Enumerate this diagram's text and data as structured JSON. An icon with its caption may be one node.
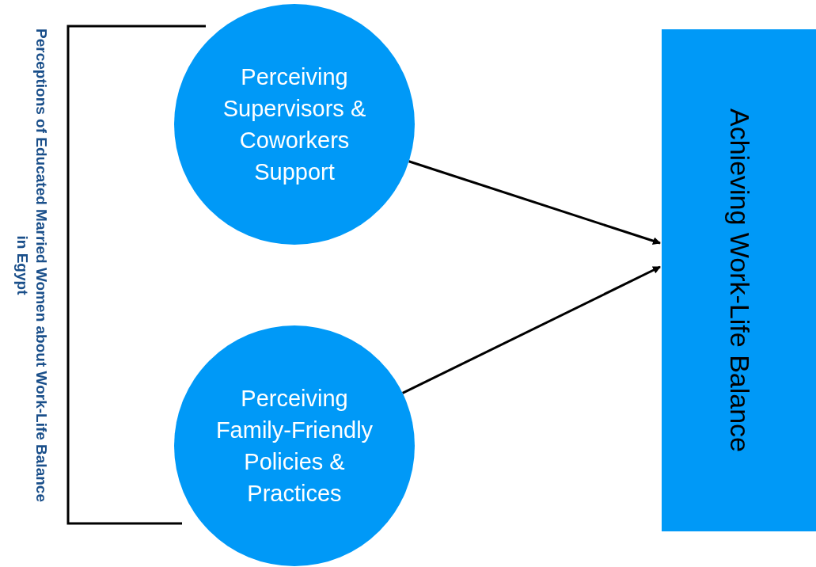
{
  "diagram": {
    "nodes": [
      {
        "text": [
          "Perceiving Supervisors & Coworkers Support"
        ]
      },
      {
        "text": [
          "Perceiving Family-Friendly Policies & Practices"
        ]
      },
      {
        "text": [
          "Achieving Work-Life Balance"
        ]
      }
    ],
    "edges": [
      {
        "from": 0,
        "to": 2,
        "arrow": "to"
      },
      {
        "from": 1,
        "to": 2,
        "arrow": "to"
      }
    ],
    "labels": [
      "Perceptions of Educated Married Women about Work-Life Balance in Egypt"
    ]
  }
}
